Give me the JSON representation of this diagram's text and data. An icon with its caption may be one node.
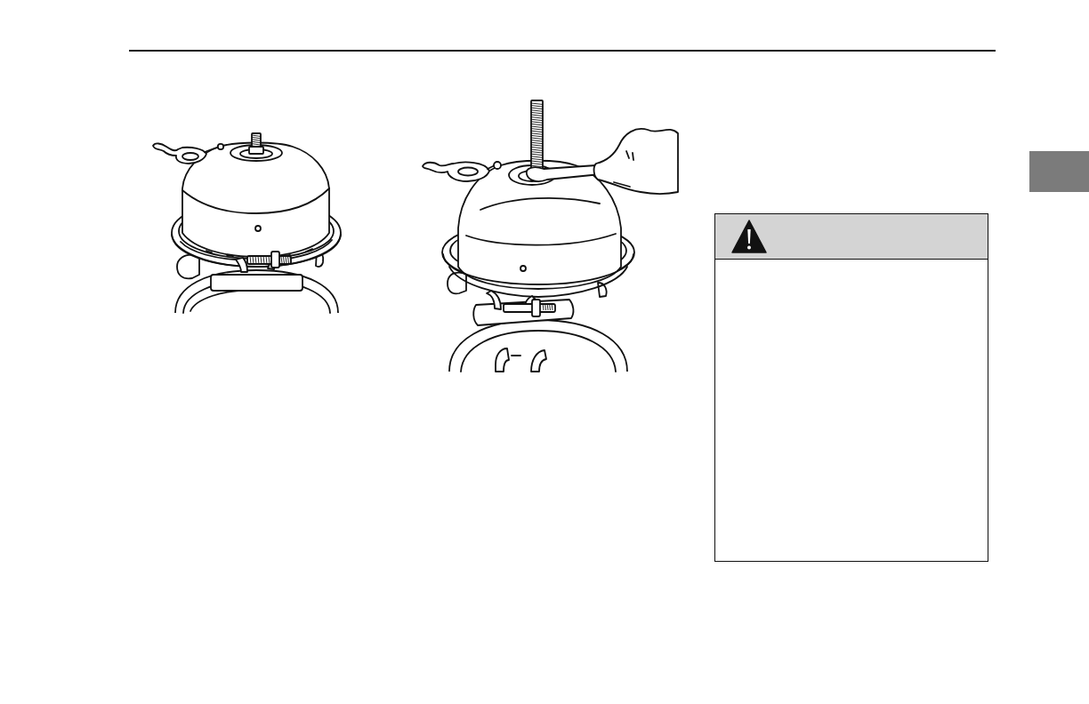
{
  "diagram": {
    "nodes": [
      {
        "text": [],
        "shape": "picture"
      },
      {
        "text": [],
        "shape": "picture"
      },
      {
        "text": [],
        "shape": "box"
      }
    ]
  }
}
